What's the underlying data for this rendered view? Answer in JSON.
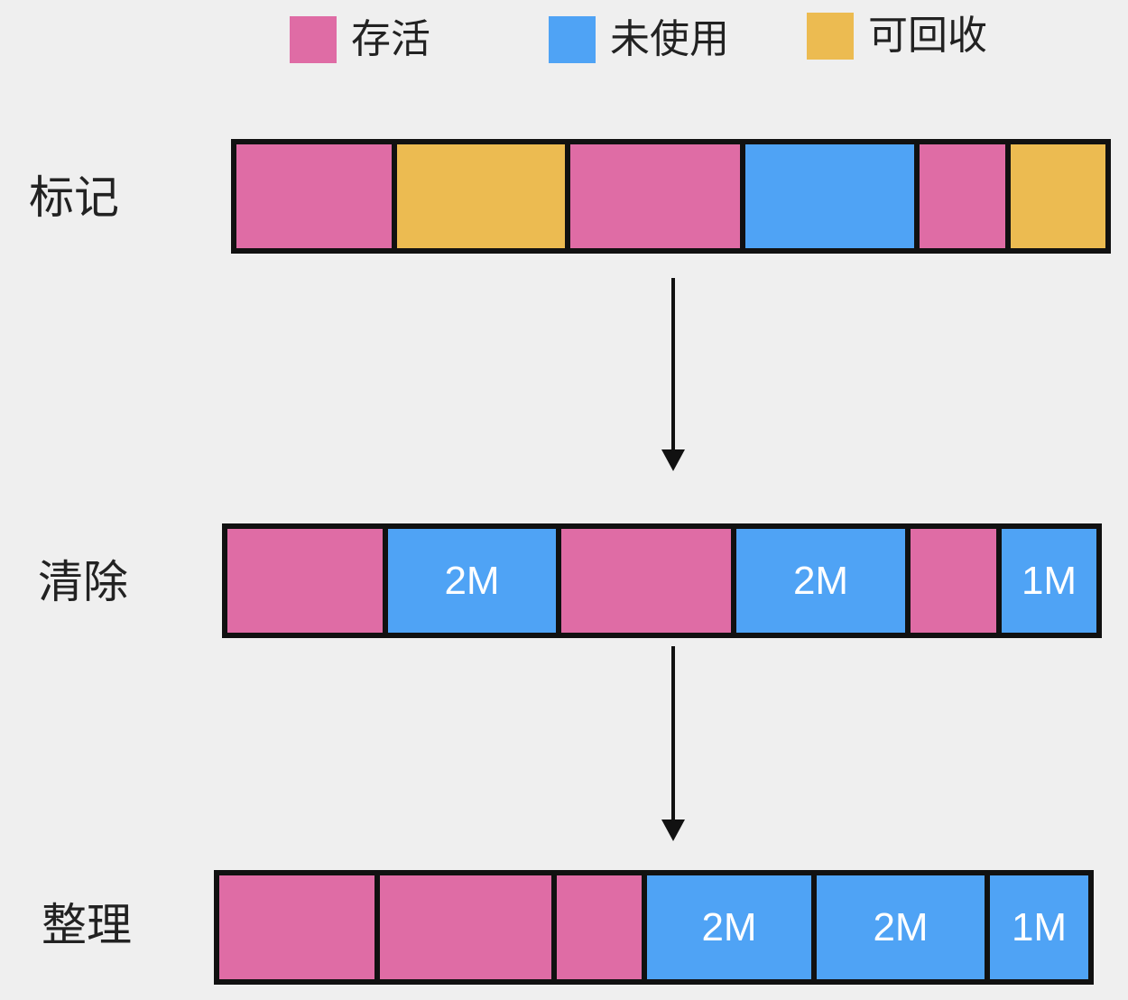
{
  "colors": {
    "alive": "#df6ca5",
    "unused": "#4fa3f5",
    "reclaimable": "#ecbb51",
    "border": "#111111",
    "background": "#efefef"
  },
  "legend": [
    {
      "key": "alive",
      "label": "存活"
    },
    {
      "key": "unused",
      "label": "未使用"
    },
    {
      "key": "reclaimable",
      "label": "可回收"
    }
  ],
  "rows": [
    {
      "label": "标记",
      "segments": [
        {
          "type": "alive",
          "text": ""
        },
        {
          "type": "reclaimable",
          "text": ""
        },
        {
          "type": "alive",
          "text": ""
        },
        {
          "type": "unused",
          "text": ""
        },
        {
          "type": "alive",
          "text": ""
        },
        {
          "type": "reclaimable",
          "text": ""
        }
      ]
    },
    {
      "label": "清除",
      "segments": [
        {
          "type": "alive",
          "text": ""
        },
        {
          "type": "unused",
          "text": "2M"
        },
        {
          "type": "alive",
          "text": ""
        },
        {
          "type": "unused",
          "text": "2M"
        },
        {
          "type": "alive",
          "text": ""
        },
        {
          "type": "unused",
          "text": "1M"
        }
      ]
    },
    {
      "label": "整理",
      "segments": [
        {
          "type": "alive",
          "text": ""
        },
        {
          "type": "alive",
          "text": ""
        },
        {
          "type": "alive",
          "text": ""
        },
        {
          "type": "unused",
          "text": "2M"
        },
        {
          "type": "unused",
          "text": "2M"
        },
        {
          "type": "unused",
          "text": "1M"
        }
      ]
    }
  ]
}
